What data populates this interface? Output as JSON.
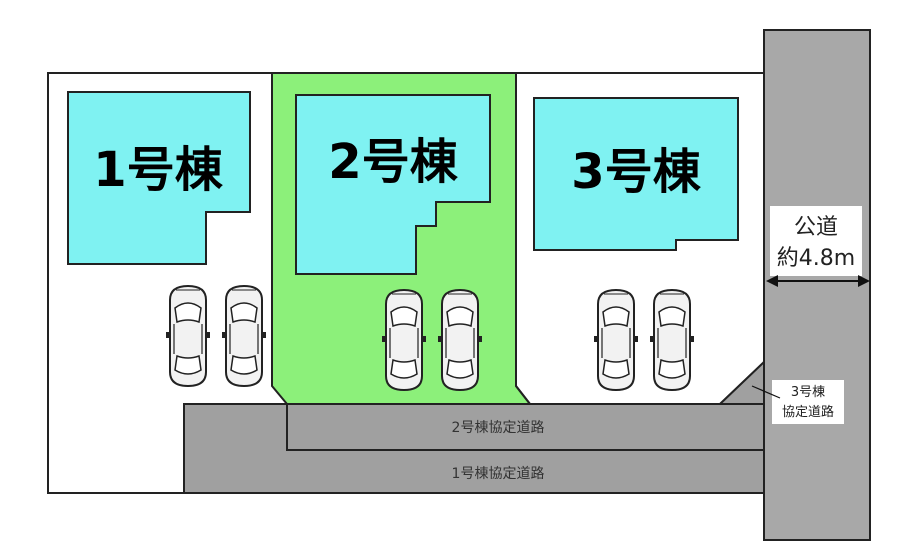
{
  "buildings": [
    {
      "label": "1号棟",
      "color": "#7ff2f2"
    },
    {
      "label": "2号棟",
      "color": "#7ff2f2"
    },
    {
      "label": "3号棟",
      "color": "#7ff2f2"
    }
  ],
  "lot2_color": "#8cf07a",
  "road": {
    "name": "公道",
    "width": "約4.8m",
    "color": "#a8a8a8"
  },
  "shared_roads": {
    "road2": "2号棟協定道路",
    "road1": "1号棟協定道路",
    "road3_line1": "3号棟",
    "road3_line2": "協定道路",
    "color": "#a0a0a0"
  }
}
